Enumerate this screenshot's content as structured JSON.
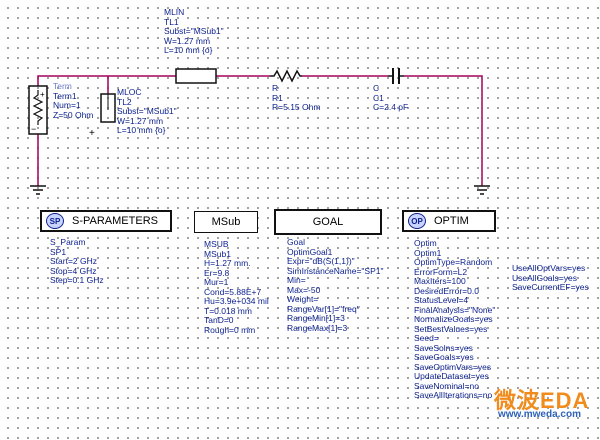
{
  "components": {
    "tl1": {
      "header": "MLIN",
      "lines": [
        "TL1",
        "Subst=\"MSub1\"",
        "W=1.27 mm",
        "L=10 mm {o}"
      ]
    },
    "term": {
      "header": "Term",
      "lines": [
        "Term1",
        "Num=1",
        "Z=50 Ohm"
      ]
    },
    "tl2": {
      "header": "MLOC",
      "lines": [
        "TL2",
        "Subst=\"MSub1\"",
        "W=1.27 mm",
        "L=10 mm {o}"
      ]
    },
    "r1": {
      "header": "R",
      "lines": [
        "R1",
        "R=5.15 Ohm"
      ]
    },
    "c1": {
      "header": "C",
      "lines": [
        "C1",
        "C=2.4 pF"
      ]
    }
  },
  "blocks": {
    "sparam": {
      "title": "S-PARAMETERS",
      "header": "S_Param",
      "lines": [
        "SP1",
        "Start=2 GHz",
        "Stop=4 GHz",
        "Step=0.1 GHz"
      ]
    },
    "msub": {
      "title": "MSub",
      "header": "MSUB",
      "lines": [
        "MSub1",
        "H=1.27 mm.",
        "Er=9.8",
        "Mur=1",
        "Cond=5.88E+7",
        "Hu=3.9e+034 mil",
        "T=0.018 mm",
        "TanD=0",
        "Rough=0 mm"
      ]
    },
    "goal": {
      "title": "GOAL",
      "header": "Goal",
      "lines": [
        "OptimGoal1",
        "Expr=\"dB(S(1,1))\"",
        "SimInstanceName=\"SP1\"",
        "Min=",
        "Max=-50",
        "Weight=",
        "RangeVar[1]=\"freq\"",
        "RangeMin[1]=3",
        "RangeMax[1]=3"
      ]
    },
    "optim": {
      "title": "OPTIM",
      "header": "Optim",
      "lines": [
        "Optim1",
        "OptimType=Random",
        "ErrorForm=L2",
        "MaxIters=100",
        "DesiredError=0.0",
        "StatusLevel=4",
        "FinalAnalysis=\"None\"",
        "NormalizeGoals=yes",
        "SetBestValues=yes",
        "Seed=",
        "SaveSolns=yes",
        "SaveGoals=yes",
        "SaveOptimVars=yes",
        "UpdateDataset=yes",
        "SaveNominal=no",
        "SaveAllIterations=no"
      ],
      "lines_right": [
        "UseAllOptVars=yes",
        "UseAllGoals=yes",
        "SaveCurrentEF=yes"
      ]
    }
  },
  "watermark": {
    "logo": "微波EDA",
    "url": "www.mweda.com"
  },
  "colors": {
    "wire": "#a0005a",
    "text_blue": "#0b1f8f",
    "watermark_orange": "#f08c1e",
    "watermark_blue": "#2d62b8"
  }
}
